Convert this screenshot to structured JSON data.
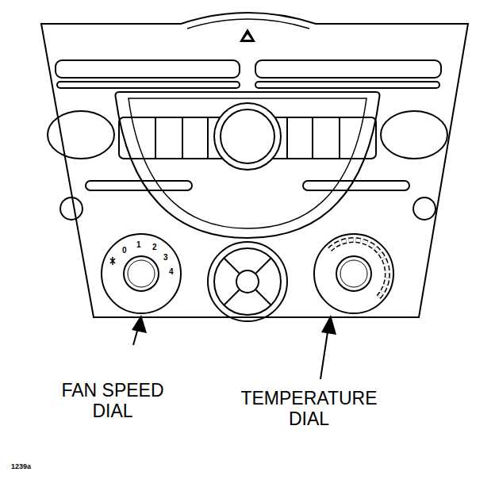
{
  "diagram": {
    "labels": [
      "0",
      "1",
      "2",
      "3",
      "4",
      "FAN SPEED DIAL",
      "TEMPERATURE DIAL",
      "1239a"
    ]
  }
}
